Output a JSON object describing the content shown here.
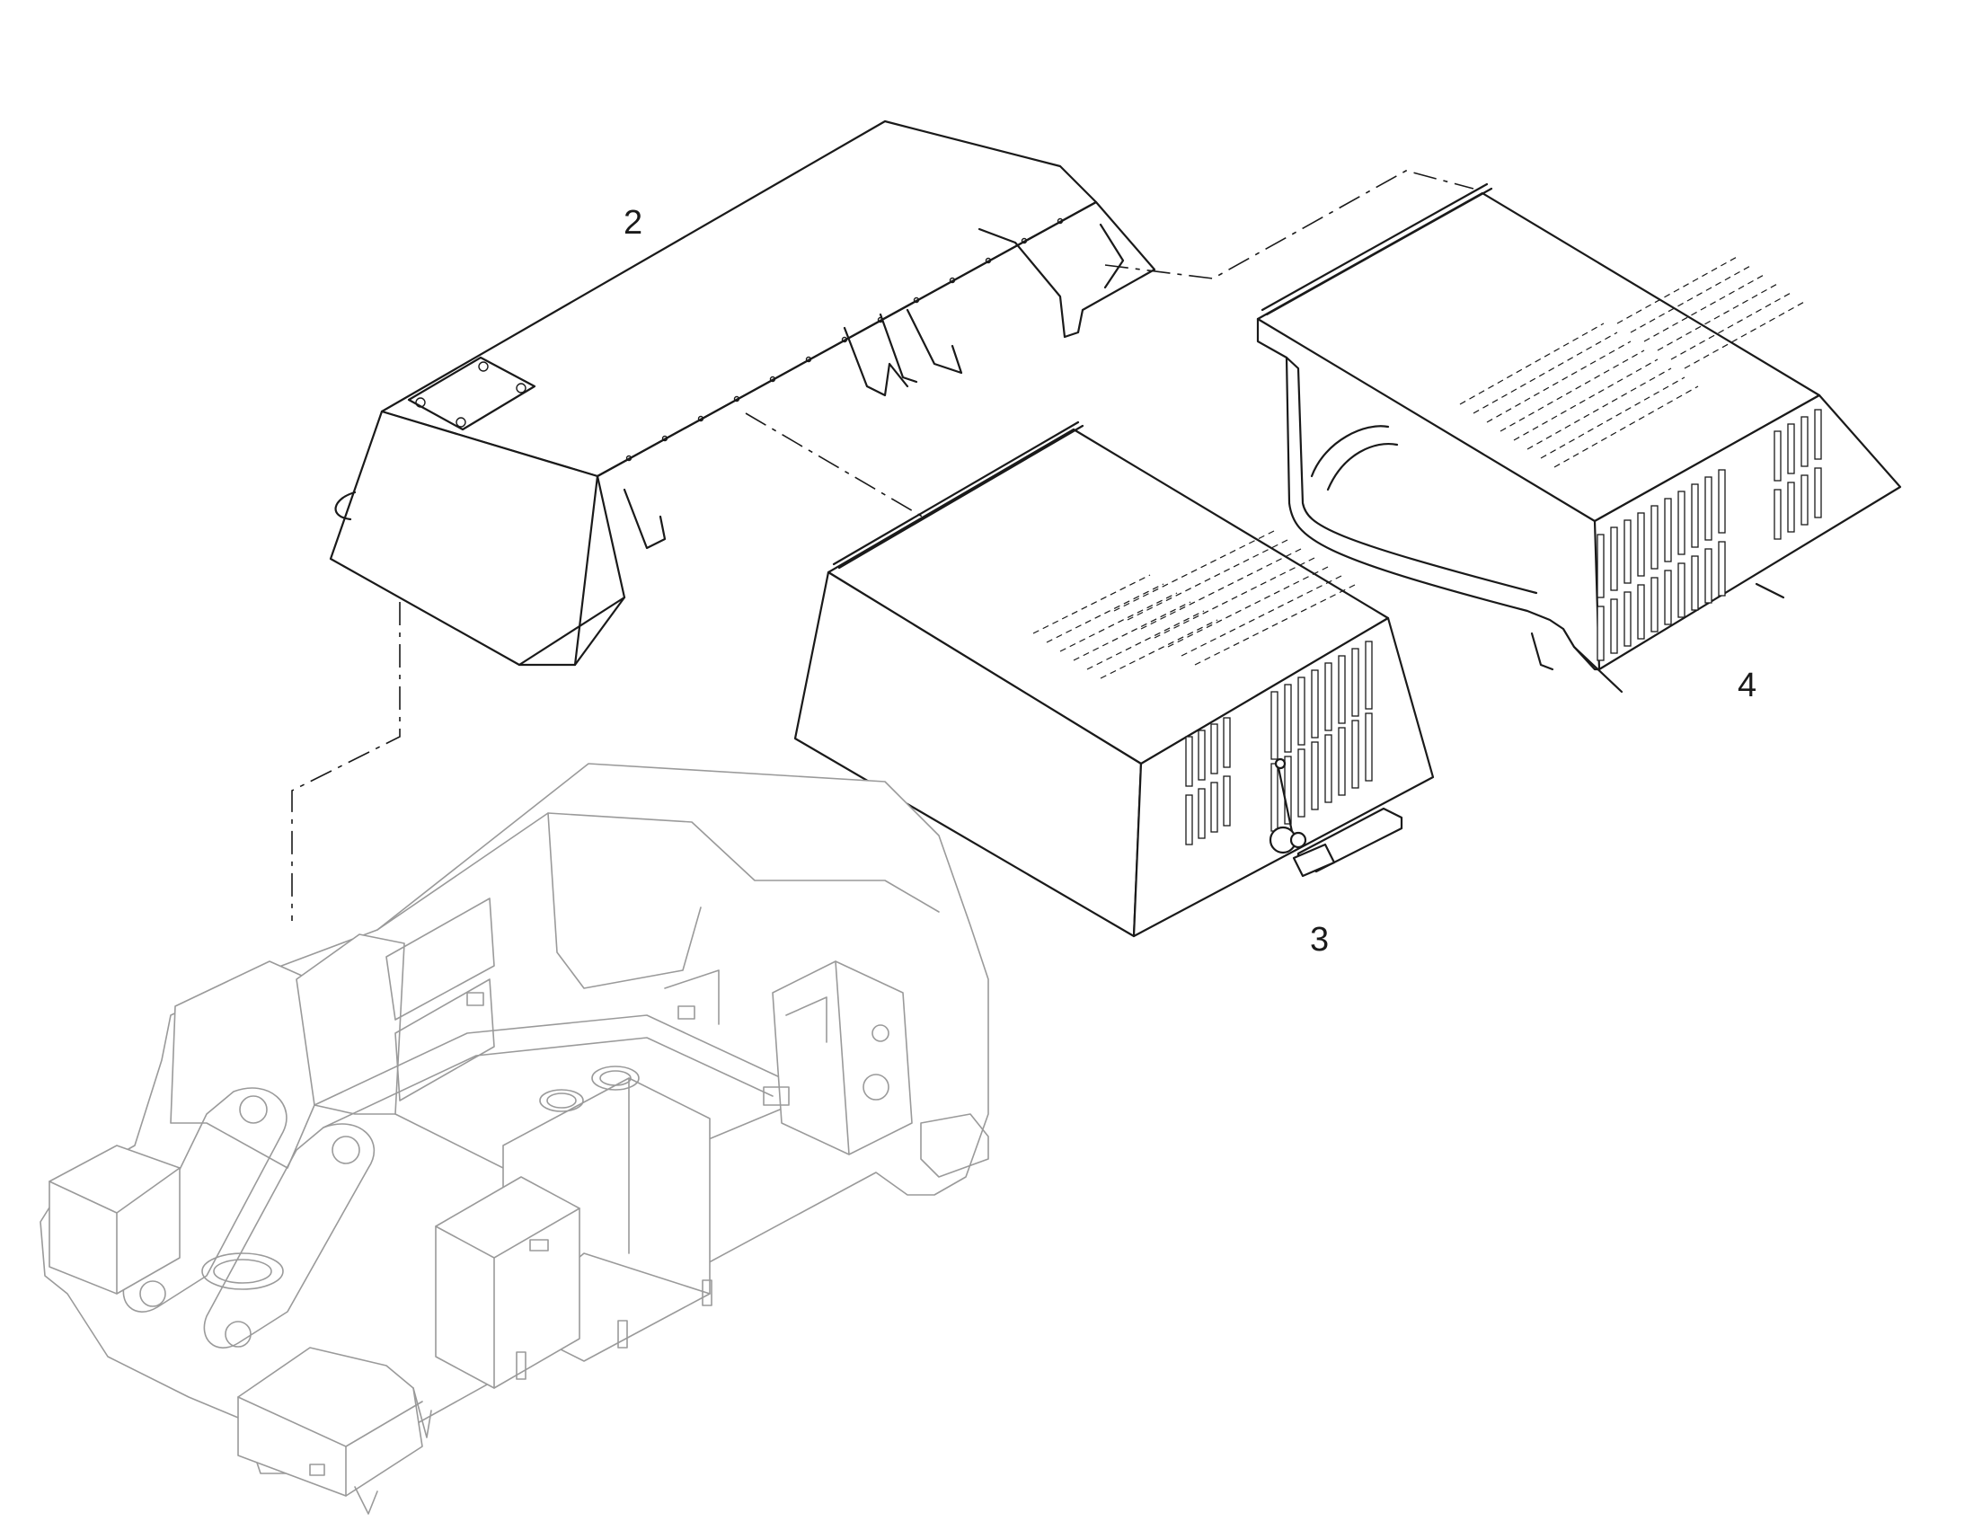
{
  "callouts": {
    "roof_panel": "2",
    "left_cover": "3",
    "right_cover": "4"
  }
}
